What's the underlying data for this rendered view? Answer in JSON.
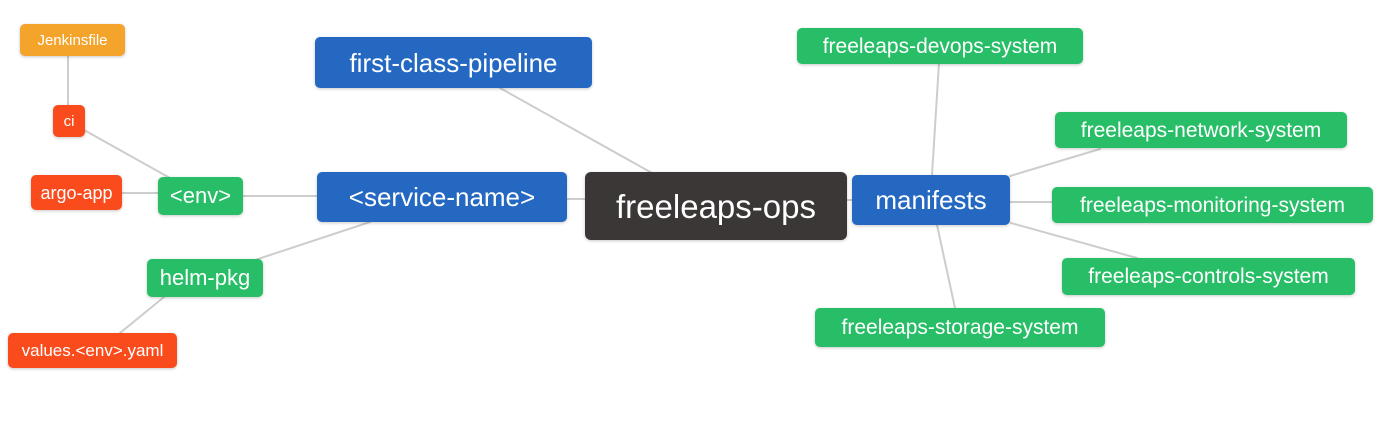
{
  "colors": {
    "orange": "#F5A42B",
    "red": "#FA4B1D",
    "green": "#27BE67",
    "blue": "#2468C2",
    "dark": "#3B3737",
    "edge": "#CDCDCD",
    "text": "#FFFFFF",
    "background": "#FFFFFF"
  },
  "nodes": {
    "jenkinsfile": {
      "label": "Jenkinsfile",
      "color": "orange"
    },
    "ci": {
      "label": "ci",
      "color": "red"
    },
    "argo_app": {
      "label": "argo-app",
      "color": "red"
    },
    "env": {
      "label": "<env>",
      "color": "green"
    },
    "helm_pkg": {
      "label": "helm-pkg",
      "color": "green"
    },
    "values_env_yaml": {
      "label": "values.<env>.yaml",
      "color": "red"
    },
    "first_class_pipeline": {
      "label": "first-class-pipeline",
      "color": "blue"
    },
    "service_name": {
      "label": "<service-name>",
      "color": "blue"
    },
    "freeleaps_ops": {
      "label": "freeleaps-ops",
      "color": "dark"
    },
    "manifests": {
      "label": "manifests",
      "color": "blue"
    },
    "devops_system": {
      "label": "freeleaps-devops-system",
      "color": "green"
    },
    "network_system": {
      "label": "freeleaps-network-system",
      "color": "green"
    },
    "monitoring_system": {
      "label": "freeleaps-monitoring-system",
      "color": "green"
    },
    "controls_system": {
      "label": "freeleaps-controls-system",
      "color": "green"
    },
    "storage_system": {
      "label": "freeleaps-storage-system",
      "color": "green"
    }
  },
  "edges": [
    {
      "from": "jenkinsfile",
      "to": "ci"
    },
    {
      "from": "ci",
      "to": "env"
    },
    {
      "from": "argo_app",
      "to": "env"
    },
    {
      "from": "env",
      "to": "service_name"
    },
    {
      "from": "helm_pkg",
      "to": "service_name"
    },
    {
      "from": "values_env_yaml",
      "to": "helm_pkg"
    },
    {
      "from": "first_class_pipeline",
      "to": "freeleaps_ops"
    },
    {
      "from": "service_name",
      "to": "freeleaps_ops"
    },
    {
      "from": "freeleaps_ops",
      "to": "manifests"
    },
    {
      "from": "manifests",
      "to": "devops_system"
    },
    {
      "from": "manifests",
      "to": "network_system"
    },
    {
      "from": "manifests",
      "to": "monitoring_system"
    },
    {
      "from": "manifests",
      "to": "controls_system"
    },
    {
      "from": "manifests",
      "to": "storage_system"
    }
  ]
}
